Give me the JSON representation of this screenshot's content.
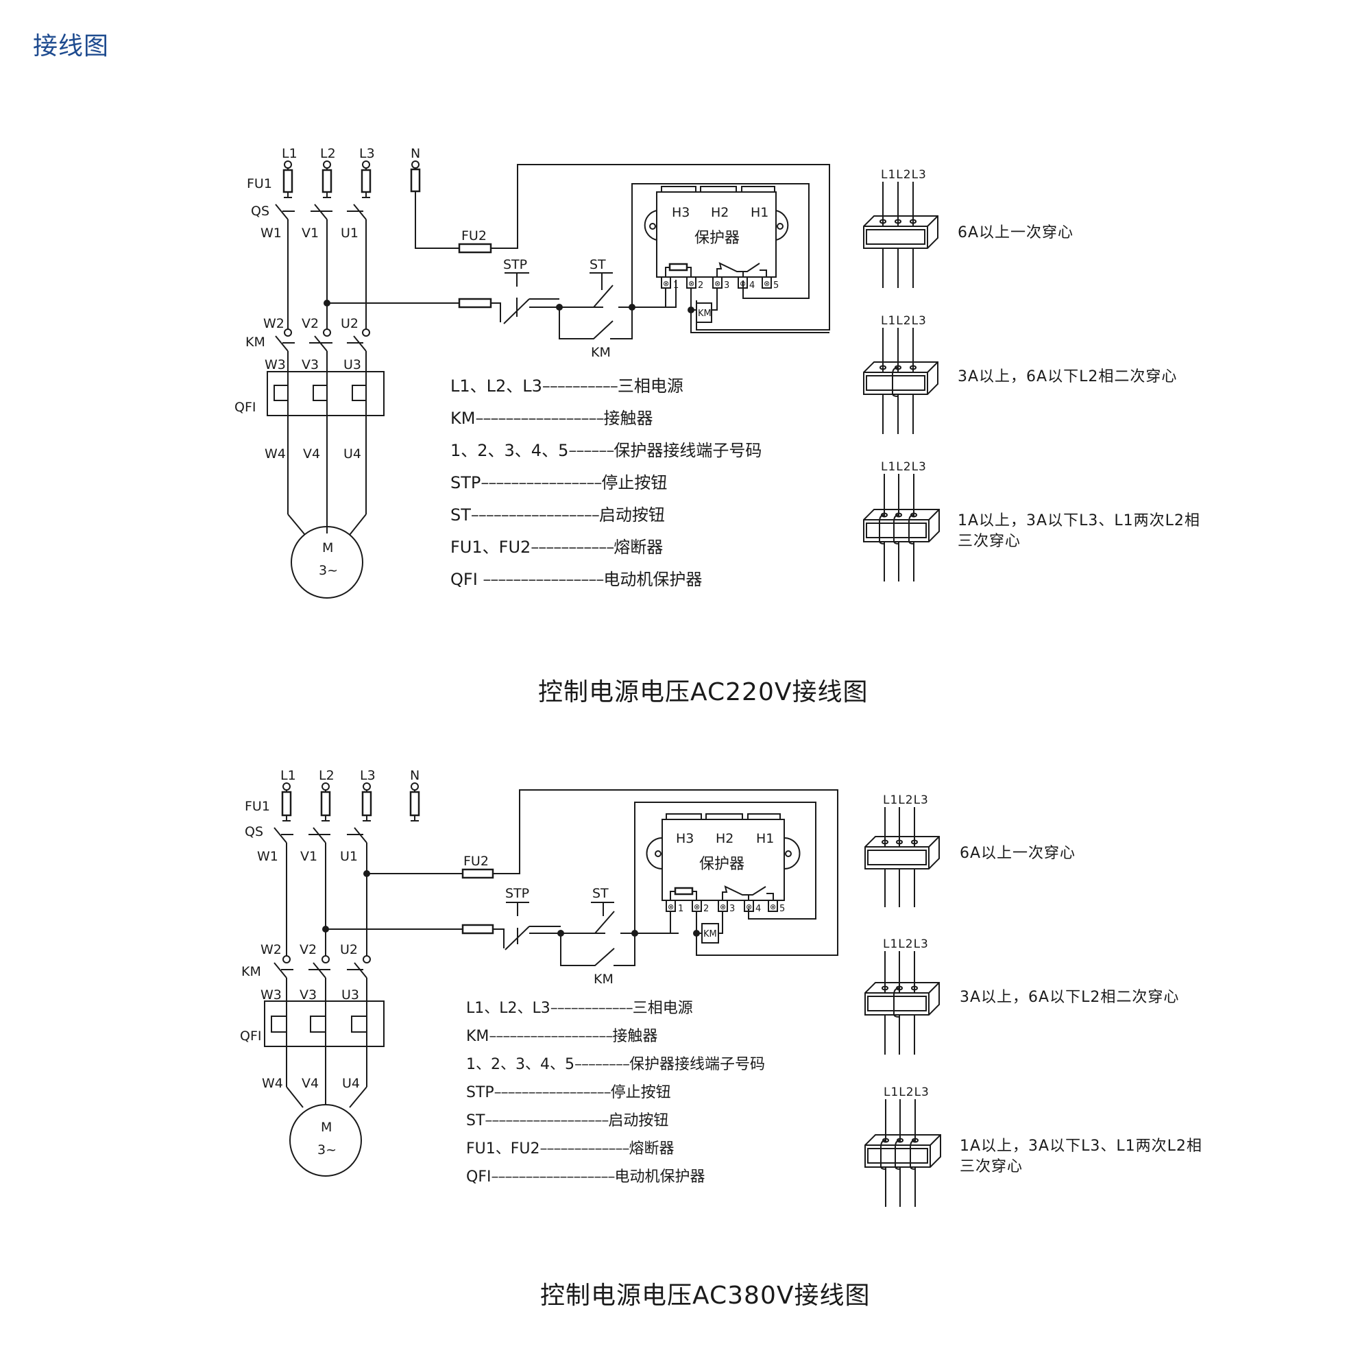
{
  "page": {
    "heading": "接线图",
    "heading_color": "#1e4b8f"
  },
  "diagrams": [
    {
      "id": "ac220",
      "caption": "控制电源电压AC220V接线图",
      "power_labels": {
        "L1": "L1",
        "L2": "L2",
        "L3": "L3",
        "N": "N"
      },
      "device_labels": {
        "FU1": "FU1",
        "QS": "QS",
        "KM": "KM",
        "QFI": "QFI",
        "FU2": "FU2",
        "STP": "STP",
        "ST": "ST",
        "KM_contact": "KM",
        "KM_coil": "KM"
      },
      "terminal_labels": {
        "stage1": [
          "W1",
          "V1",
          "U1"
        ],
        "stage2": [
          "W2",
          "V2",
          "U2"
        ],
        "stage3": [
          "W3",
          "V3",
          "U3"
        ],
        "stage4": [
          "W4",
          "V4",
          "U4"
        ]
      },
      "motor": {
        "line1": "M",
        "line2": "3~"
      },
      "protector": {
        "title": "保护器",
        "ports": [
          "H3",
          "H2",
          "H1"
        ],
        "terminals": [
          "1",
          "2",
          "3",
          "4",
          "5"
        ]
      },
      "legend": [
        {
          "code": "L1、L2、L3",
          "dashes": "----------",
          "desc": "三相电源"
        },
        {
          "code": "KM",
          "dashes": "-----------------",
          "desc": "接触器"
        },
        {
          "code": "1、2、3、4、5",
          "dashes": "------",
          "desc": "保护器接线端子号码"
        },
        {
          "code": "STP",
          "dashes": "----------------",
          "desc": "停止按钮"
        },
        {
          "code": "ST",
          "dashes": "-----------------",
          "desc": "启动按钮"
        },
        {
          "code": "FU1、FU2",
          "dashes": "-----------",
          "desc": "熔断器"
        },
        {
          "code": "QFI ",
          "dashes": "----------------",
          "desc": "电动机保护器"
        }
      ],
      "ct_options": [
        {
          "phases": "L1L2L3",
          "passes": 1,
          "note": "6A以上一次穿心"
        },
        {
          "phases": "L1L2L3",
          "passes": 2,
          "note": "3A以上，6A以下L2相二次穿心"
        },
        {
          "phases": "L1L2L3",
          "passes": 3,
          "note": "1A以上，3A以下L3、L1两次L2相三次穿心"
        }
      ]
    },
    {
      "id": "ac380",
      "caption": "控制电源电压AC380V接线图",
      "power_labels": {
        "L1": "L1",
        "L2": "L2",
        "L3": "L3",
        "N": "N"
      },
      "device_labels": {
        "FU1": "FU1",
        "QS": "QS",
        "KM": "KM",
        "QFI": "QFI",
        "FU2": "FU2",
        "STP": "STP",
        "ST": "ST",
        "KM_contact": "KM",
        "KM_coil": "KM"
      },
      "terminal_labels": {
        "stage1": [
          "W1",
          "V1",
          "U1"
        ],
        "stage2": [
          "W2",
          "V2",
          "U2"
        ],
        "stage3": [
          "W3",
          "V3",
          "U3"
        ],
        "stage4": [
          "W4",
          "V4",
          "U4"
        ]
      },
      "motor": {
        "line1": "M",
        "line2": "3~"
      },
      "protector": {
        "title": "保护器",
        "ports": [
          "H3",
          "H2",
          "H1"
        ],
        "terminals": [
          "1",
          "2",
          "3",
          "4",
          "5"
        ]
      },
      "legend": [
        {
          "code": "L1、L2、L3",
          "dashes": "------------",
          "desc": "三相电源"
        },
        {
          "code": "KM",
          "dashes": "------------------",
          "desc": "接触器"
        },
        {
          "code": "1、2、3、4、5",
          "dashes": "--------",
          "desc": "保护器接线端子号码"
        },
        {
          "code": "STP",
          "dashes": "-----------------",
          "desc": "停止按钮"
        },
        {
          "code": "ST",
          "dashes": "------------------",
          "desc": "启动按钮"
        },
        {
          "code": "FU1、FU2",
          "dashes": "-------------",
          "desc": "熔断器"
        },
        {
          "code": "QFI",
          "dashes": "------------------",
          "desc": "电动机保护器"
        }
      ],
      "ct_options": [
        {
          "phases": "L1L2L3",
          "passes": 1,
          "note": "6A以上一次穿心"
        },
        {
          "phases": "L1L2L3",
          "passes": 2,
          "note": "3A以上，6A以下L2相二次穿心"
        },
        {
          "phases": "L1L2L3",
          "passes": 3,
          "note": "1A以上，3A以下L3、L1两次L2相三次穿心"
        }
      ]
    }
  ]
}
